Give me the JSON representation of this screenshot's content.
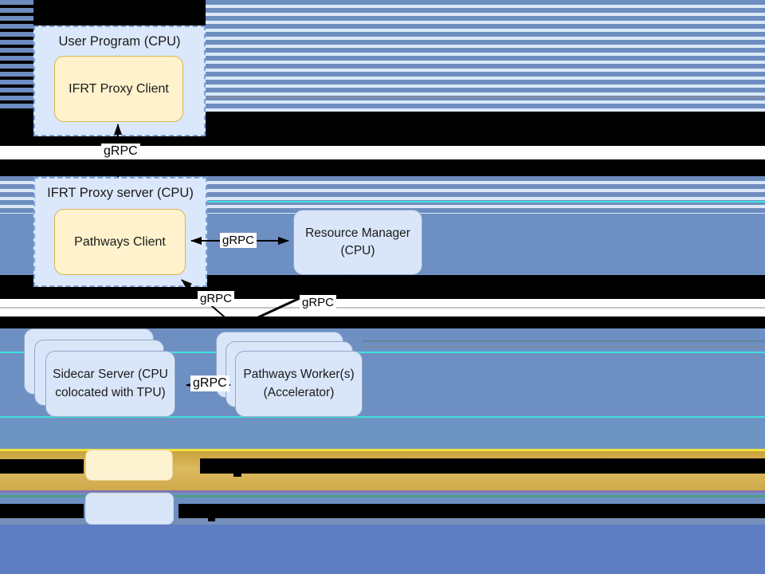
{
  "diagram": {
    "nodes": {
      "user_program": {
        "title": "User Program (CPU)"
      },
      "ifrt_proxy_client": {
        "label": "IFRT Proxy Client"
      },
      "proxy_server": {
        "title": "IFRT Proxy server (CPU)"
      },
      "pathways_client": {
        "label": "Pathways Client"
      },
      "resource_manager": {
        "line1": "Resource Manager",
        "line2": "(CPU)"
      },
      "sidecar_server": {
        "line1": "Sidecar Server (CPU",
        "line2": "colocated with TPU)"
      },
      "pathways_workers": {
        "line1": "Pathways Worker(s)",
        "line2": "(Accelerator)"
      }
    },
    "edges": [
      {
        "id": "proxy-server-to-ifrt-proxy-client",
        "label": "gRPC"
      },
      {
        "id": "pathways-client-resource-manager",
        "label": "gRPC"
      },
      {
        "id": "workers-to-pathways-client",
        "label": "gRPC"
      },
      {
        "id": "resource-manager-to-workers",
        "label": "gRPC"
      },
      {
        "id": "sidecar-server-pathways-workers",
        "label": "gRPC"
      }
    ]
  },
  "legend": {
    "rows": [
      {
        "swatch_color": "#fff2cc"
      },
      {
        "swatch_color": "#dae8fc"
      }
    ]
  },
  "colors": {
    "stripe_blue": "#6d8dc0",
    "stripe_light": "#dce8f8",
    "solid_blue": "#6d8fc2",
    "steel_blue": "#6e94c3",
    "bottom_blue": "#5e7dc2",
    "gold_band": "#d2ac4a",
    "yellow_line": "#f2e23e",
    "cyan_line": "#44e4e0",
    "purple_line": "#8277b4",
    "teal_line": "#529c8a",
    "node_yellow_fill": "#fff2cc",
    "node_yellow_border": "#d6b656",
    "node_blue_fill": "#d9e6fa",
    "node_blue_border": "#93a9c9",
    "group_fill": "#dbe8fb",
    "group_border": "#7da1d6"
  }
}
